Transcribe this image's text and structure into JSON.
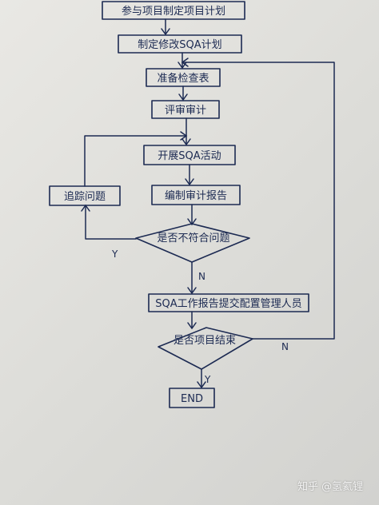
{
  "nodes": {
    "participate_plan": "参与项目制定项目计划",
    "make_sqa_plan": "制定修改SQA计划",
    "prepare_checklist": "准备检查表",
    "review_audit": "评审审计",
    "carry_out_sqa": "开展SQA活动",
    "write_audit_report": "编制审计报告",
    "track_issues": "追踪问题",
    "decision_nonconformance": "是否不符合问题",
    "submit_sqa_report": "SQA工作报告提交配置管理人员",
    "decision_project_end": "是否项目结束",
    "end": "END"
  },
  "edge_labels": {
    "nonconformance_yes": "Y",
    "nonconformance_no": "N",
    "project_end_no": "N",
    "project_end_yes": "Y"
  },
  "watermark": "知乎 @氢氦锂"
}
